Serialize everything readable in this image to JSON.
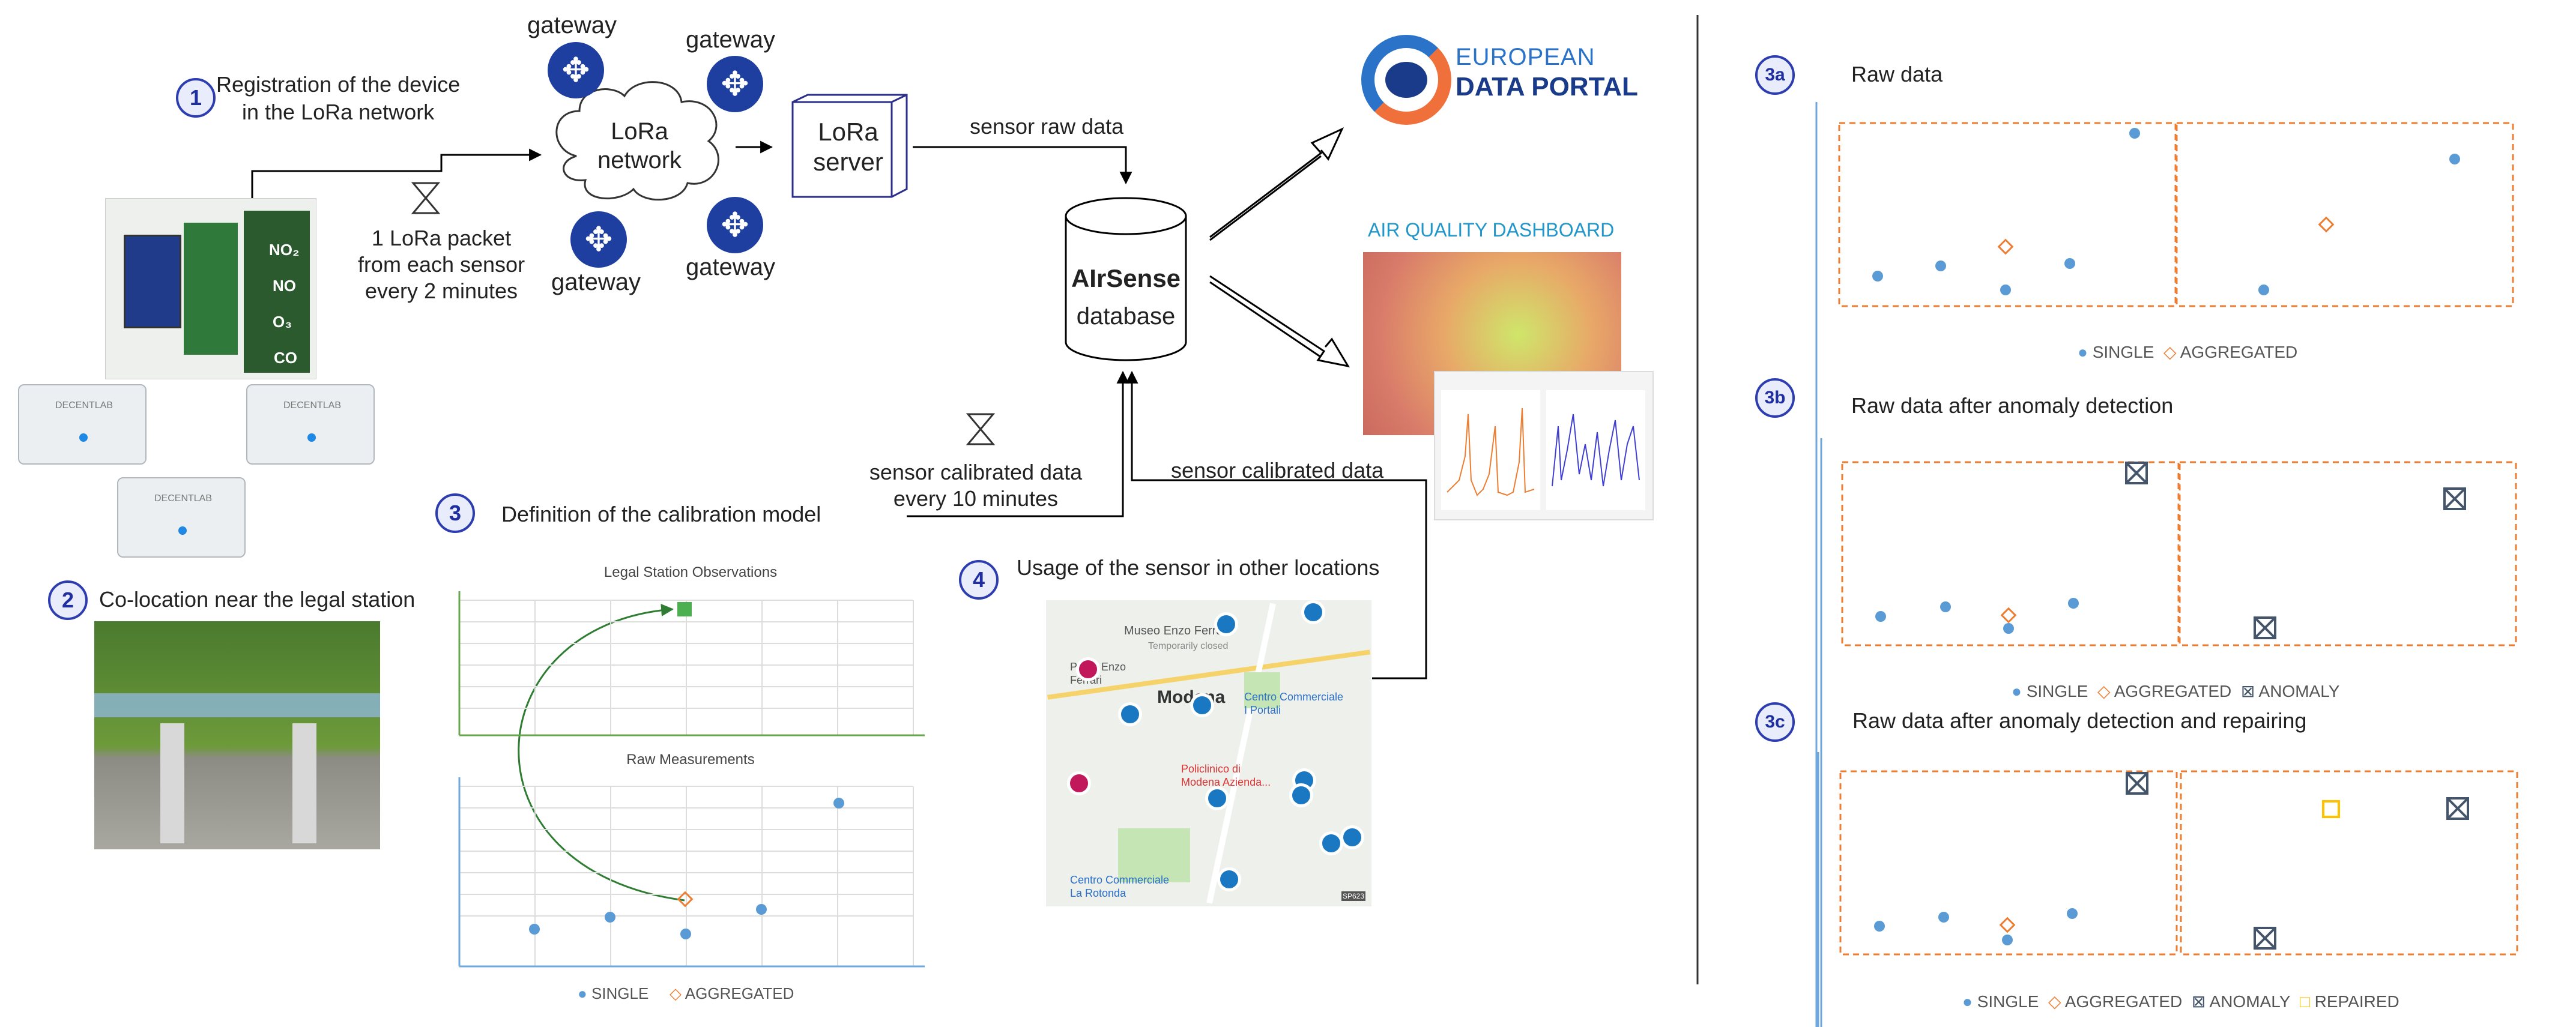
{
  "steps": {
    "s1": {
      "num": "1",
      "text": "Registration of the device\nin the LoRa network"
    },
    "s2": {
      "num": "2",
      "text": "Co-location near the legal station"
    },
    "s3": {
      "num": "3",
      "text": "Definition of the calibration model"
    },
    "s4": {
      "num": "4",
      "text": "Usage of the sensor in other locations"
    }
  },
  "network": {
    "gateway_label": "gateway",
    "cloud_label": "LoRa\nnetwork",
    "server_label": "LoRa\nserver",
    "packet_label": "1 LoRa packet\nfrom each sensor\nevery 2 minutes",
    "raw_label": "sensor raw data",
    "db_title": "AIrSense",
    "db_sub": "database",
    "calib_label": "sensor calibrated data\nevery 10 minutes",
    "calib_label2": "sensor calibrated data"
  },
  "sensor_box": {
    "labels": [
      "NO₂",
      "NO",
      "O₃",
      "CO"
    ],
    "brand": "DECENTLAB"
  },
  "portal": {
    "line1": "EUROPEAN",
    "line2": "DATA PORTAL"
  },
  "dashboard": {
    "title": "AIR QUALITY DASHBOARD"
  },
  "map": {
    "labels": [
      "Museo Enzo Ferrari",
      "Temporarily closed",
      "Modena",
      "Centro Commerciale\nI Portali",
      "Policlinico di\nModena Azienda...",
      "Centro Commerciale\nLa Rotonda",
      "Parco Enzo\nFerrari",
      "SP623"
    ]
  },
  "calib_charts": {
    "top_title": "Legal Station Observations",
    "bottom_title": "Raw Measurements",
    "legend": {
      "single": "SINGLE",
      "aggregated": "AGGREGATED"
    }
  },
  "panels": {
    "p3a": {
      "num": "3a",
      "title": "Raw data",
      "legend": [
        "SINGLE",
        "AGGREGATED"
      ]
    },
    "p3b": {
      "num": "3b",
      "title": "Raw data after anomaly detection",
      "legend": [
        "SINGLE",
        "AGGREGATED",
        "ANOMALY"
      ]
    },
    "p3c": {
      "num": "3c",
      "title": "Raw data after anomaly detection and repairing",
      "legend": [
        "SINGLE",
        "AGGREGATED",
        "ANOMALY",
        "REPAIRED"
      ]
    }
  },
  "colors": {
    "single": "#5b9bd5",
    "aggregated": "#ed7d31",
    "repaired": "#ffc000",
    "anomaly": "#44546a",
    "badge": "#2d3db0",
    "gateway": "#1f3fa0",
    "green": "#2e7d32",
    "axis": "#6fa8dc"
  }
}
